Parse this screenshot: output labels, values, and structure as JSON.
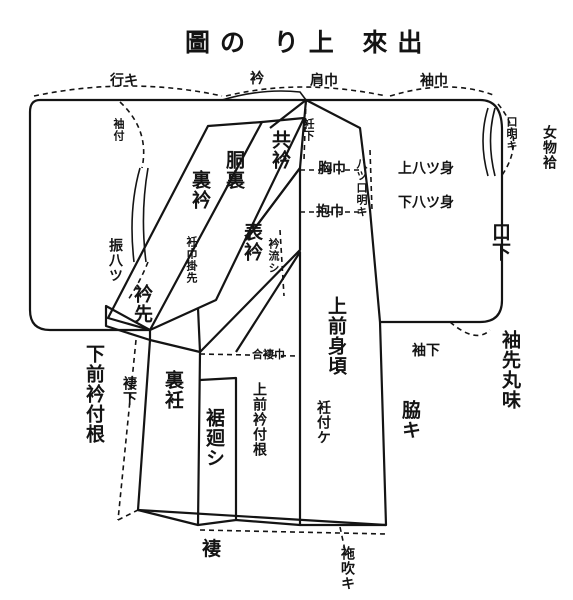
{
  "title": "圖の り上 來出",
  "garment_note": "女物袷",
  "parts": {
    "ura_eri": "裏衿",
    "dou_ura": "胴裏",
    "tomo_eri": "共衿",
    "omote_eri": "表衿",
    "eri_saki": "衿先",
    "ura_okumi": "裏衽",
    "suso_mawashi": "裾廻シ",
    "uwamae_migoro": "上前身頃"
  },
  "dimensions": {
    "yuki": "行キ",
    "kata_haba": "肩巾",
    "sode_haba": "袖巾",
    "eri": "衿",
    "sode_tsuke": "袖付",
    "sodeguchi_ake": "口明キ",
    "okumi_shita": "衽下",
    "mune_haba": "胸巾",
    "yatsukuchi_ake": "八ツ口明キ",
    "uwa_yatsukuchi": "上八ツ身",
    "shita_yatsukuchi": "下八ツ身",
    "daki_haba": "抱巾",
    "sodeguchi_shita": "口下",
    "furi_yatsukuchi": "振八ツ",
    "eri_kata_kake": "衽巾掛先",
    "eri_nagashi": "衿流シ",
    "sode_shita": "袖下",
    "sode_saki_marumi": "袖先丸味",
    "shita_mae_eri_tsuke_ne": "下前衿付根",
    "tsuma_shita": "褄下",
    "ai_tsuma": "合褄巾",
    "uwa_mae_eri_tsuke_ne": "上前衿付根",
    "okumi_tsuke": "衽付ケ",
    "waki": "脇キ",
    "tsuma": "褄",
    "fuki": "袘吹キ"
  }
}
